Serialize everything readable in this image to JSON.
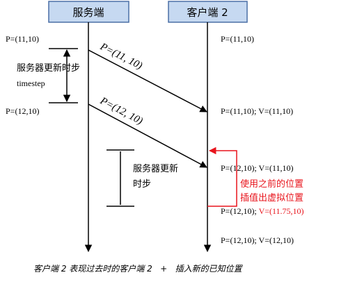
{
  "headers": {
    "server": "服务端",
    "client": "客户端 2"
  },
  "server_states": {
    "p1": "P=(11,10)",
    "p2": "P=(12,10)"
  },
  "client_states": {
    "c1": "P=(11,10)",
    "c2": "P=(11,10); V=(11,10)",
    "c3": "P=(12,10); V=(11,10)",
    "c4_prefix": "P=(12,10); ",
    "c4_red": "V=(11.75,10)",
    "c5": "P=(12,10); V=(12,10)"
  },
  "messages": {
    "m1": "P=(11, 10)",
    "m2": "P=(12, 10)"
  },
  "timestep_annotation": {
    "line1": "服务器更新时步",
    "line2": "timestep"
  },
  "client_step_annotation": {
    "line1": "服务器更新",
    "line2": "时步"
  },
  "interpolation_note": {
    "line1": "使用之前的位置",
    "line2": "插值出虚拟位置"
  },
  "caption": "客户端 2 表现过去时的客户端 2   +   插入新的已知位置",
  "colors": {
    "header_fill": "#c6d9f1",
    "header_stroke": "#4a6fa5",
    "line": "#000000",
    "annotation_red": "#e8141c"
  }
}
